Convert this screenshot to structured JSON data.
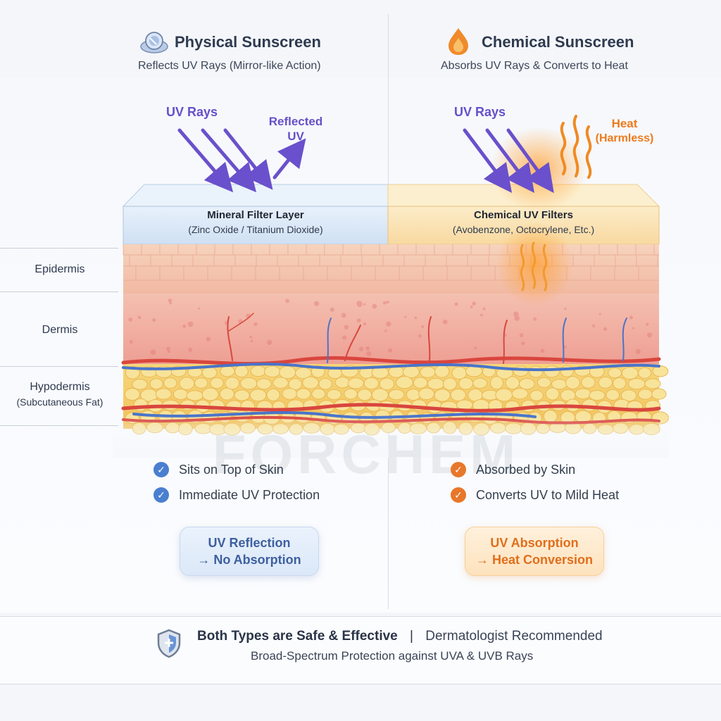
{
  "physical": {
    "title": "Physical Sunscreen",
    "subtitle": "Reflects UV Rays (Mirror-like Action)",
    "uv_label": "UV Rays",
    "reflected_label": "Reflected UV",
    "layer_title": "Mineral Filter Layer",
    "layer_sub": "(Zinc Oxide / Titanium Dioxide)",
    "checks": [
      "Sits on Top of Skin",
      "Immediate UV Protection"
    ],
    "callout": [
      "UV Reflection",
      "→ No Absorption"
    ],
    "accent": "#4a7fd0",
    "icon": "mirror-disc-icon"
  },
  "chemical": {
    "title": "Chemical Sunscreen",
    "subtitle": "Absorbs UV Rays & Converts to Heat",
    "uv_label": "UV Rays",
    "heat_label": "Heat",
    "heat_sub": "(Harmless)",
    "layer_title": "Chemical UV Filters",
    "layer_sub": "(Avobenzone, Octocrylene, Etc.)",
    "checks": [
      "Absorbed by Skin",
      "Converts UV to Mild Heat"
    ],
    "callout": [
      "UV Absorption",
      "→ Heat Conversion"
    ],
    "accent": "#e8772a",
    "icon": "flame-drop-icon"
  },
  "skin_layers": {
    "epidermis": "Epidermis",
    "dermis": "Dermis",
    "hypodermis": "Hypodermis",
    "hypodermis_sub": "(Subcutaneous Fat)"
  },
  "watermark": "FORCHEM",
  "footer": {
    "main": "Both Types are Safe & Effective",
    "separator": "|",
    "secondary": "Dermatologist Recommended",
    "sub": "Broad-Spectrum Protection against UVA & UVB Rays",
    "icon": "shield-plus-icon"
  }
}
